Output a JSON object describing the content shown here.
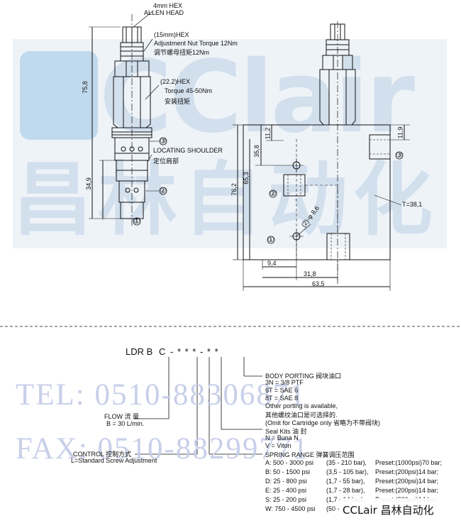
{
  "watermark": {
    "brand": "CClair",
    "chinese": "昌林自动化",
    "tel": "TEL: 0510-88306871",
    "fax": "FAX: 0510-88299771",
    "footer_logo": "CCLair 昌林自动化"
  },
  "cartridge": {
    "hex_small": "4mm HEX",
    "allen": "ALLEN HEAD",
    "hex15": "(15mm)HEX",
    "adj_torque": "Adjustment Nut Torque  12Nm",
    "adj_torque_cn": "调节螺母扭矩12Nm",
    "hex22": "(22.2)HEX",
    "torque": "Torque 45-50Nm",
    "torque_cn": "安装扭矩",
    "loc": "LOCATING SHOULDER",
    "loc_cn": "定位肩部",
    "dim_total": "75,8",
    "dim_low": "34,9",
    "port3": "③",
    "port2": "②",
    "port1": "①"
  },
  "body": {
    "d11_2": "11,2",
    "d35_8": "35,8",
    "d65_3": "65,3",
    "d76_2": "76,2",
    "d11_9": "11,9",
    "hole": "(2)-φ 8,6",
    "thick": "T=38,1",
    "d9_4": "9,4",
    "d31_8": "31,8",
    "d63_5": "63,5",
    "port3": "③",
    "port2": "②",
    "port1": "①"
  },
  "code": {
    "prefix": "LDR B",
    "c": "C",
    "sep": "- * * * - * *"
  },
  "ordering": {
    "body_porting": "BODY PORTING 阀块油口",
    "porting": [
      "3N = 3/8 PTF",
      "6T = SAE 6",
      "8T = SAE 8",
      "Other porting is available,",
      "其他螺纹油口是可选择的.",
      "(Omit for Cartridge only 省略为不带阀块)"
    ],
    "seal": "Seal Kits  油    封",
    "seal_opts": [
      "N = Buna N",
      "V = Viton"
    ],
    "flow": "FLOW  流   量",
    "flow_val": "B = 30 L/min.",
    "control": "CONTROL  控制方式",
    "control_val": "L=Standard Screw Adjustment",
    "spring": "SPRING RANGE      弹簧调压范围",
    "springs": [
      {
        "a": "A:  500 - 3000 psi",
        "b": "(35 - 210 bar),",
        "c": "Preset:(1000psi)70 bar;"
      },
      {
        "a": "B:  50 - 1500 psi",
        "b": "(3,5 - 105 bar),",
        "c": "Preset:(200psi)14 bar;"
      },
      {
        "a": "D:  25 - 800 psi",
        "b": "(1,7 - 55 bar),",
        "c": "Preset:(200psi)14 bar;"
      },
      {
        "a": "E:  25 - 400 psi",
        "b": "(1,7 - 28 bar),",
        "c": "Preset:(200psi)14 bar;"
      },
      {
        "a": "S:  25 - 200 psi",
        "b": "(1,7 - 14 bar),",
        "c": "Preset:(200psi)14 bar;"
      },
      {
        "a": "W: 750 - 4500 psi",
        "b": "(50 - 3",
        "c": ""
      }
    ]
  }
}
